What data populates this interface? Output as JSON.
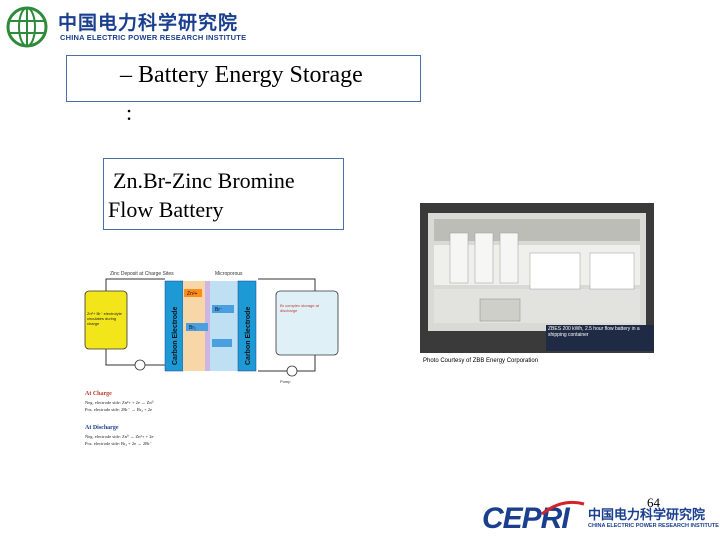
{
  "header": {
    "org_cn": "中国电力科学研究院",
    "org_en": "CHINA ELECTRIC POWER RESEARCH INSTITUTE"
  },
  "slide": {
    "title": "– Battery Energy Storage",
    "title_colon": ":",
    "subtitle_line1": "Zn.Br-Zinc Bromine",
    "subtitle_line2": "Flow Battery",
    "page_number": "64"
  },
  "diagram": {
    "label_top_left": "Zinc Deposit at Charge Sites",
    "label_top_right": "Microporous",
    "left_tank_text": "Zn²+ Br⁻ electrolyte circulates during charge",
    "right_tank_text": "Br complex storage at discharge",
    "left_electrode": "Carbon Electrode",
    "right_electrode": "Carbon Electrode",
    "ion1": "Zn²+",
    "ion2": "Br⁻",
    "ion3": "Br₂",
    "pump_label": "Pump",
    "at_charge": "At Charge",
    "charge_line1": "Neg. electrode side:   Zn²+ + 2e → Zn⁰",
    "charge_line2": "Pos. electrode side:   2Br⁻ → Br₂ + 2e",
    "at_discharge": "At Discharge",
    "discharge_line1": "Neg. electrode side:   Zn⁰ → Zn²+ + 2e",
    "discharge_line2": "Pos. electrode side:   Br₂ + 2e → 2Br⁻"
  },
  "photo": {
    "caption_right": "ZBES 200 kWh, 2.5 hour flow battery in a shipping container",
    "credit": "Photo Courtesy of ZBB Energy Corporation"
  },
  "footer": {
    "brand": "CEPRI",
    "org_cn": "中国电力科学研究院",
    "org_en": "CHINA ELECTRIC POWER RESEARCH INSTITUTE"
  },
  "colors": {
    "brand_blue": "#1a3f8f",
    "brand_red": "#d2232a",
    "emblem_green": "#2e8b3a"
  }
}
